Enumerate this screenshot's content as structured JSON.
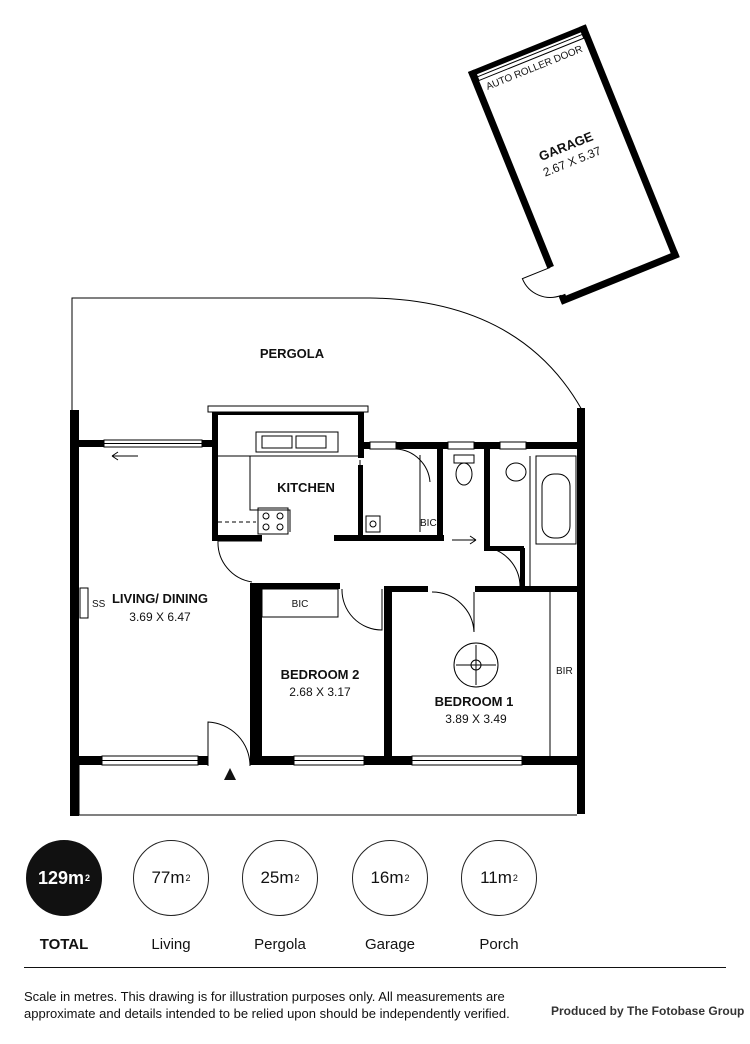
{
  "rooms": {
    "garage": {
      "name": "GARAGE",
      "dims": "2.67 X 5.37",
      "door_label": "AUTO ROLLER DOOR"
    },
    "pergola": {
      "name": "PERGOLA"
    },
    "kitchen": {
      "name": "KITCHEN"
    },
    "living": {
      "name": "LIVING/ DINING",
      "dims": "3.69 X 6.47",
      "ss": "SS"
    },
    "bedroom2": {
      "name": "BEDROOM 2",
      "dims": "2.68 X 3.17"
    },
    "bedroom1": {
      "name": "BEDROOM 1",
      "dims": "3.89 X 3.49"
    },
    "bic_laundry": "BIC",
    "bic_hall": "BIC",
    "bir": "BIR"
  },
  "areas": [
    {
      "value": "129m",
      "unit": "2",
      "label": "TOTAL",
      "highlight": true
    },
    {
      "value": "77m",
      "unit": "2",
      "label": "Living",
      "highlight": false
    },
    {
      "value": "25m",
      "unit": "2",
      "label": "Pergola",
      "highlight": false
    },
    {
      "value": "16m",
      "unit": "2",
      "label": "Garage",
      "highlight": false
    },
    {
      "value": "11m",
      "unit": "2",
      "label": "Porch",
      "highlight": false
    }
  ],
  "footer": {
    "disclaimer_line1": "Scale in metres. This drawing is for illustration purposes only. All measurements are",
    "disclaimer_line2": "approximate and details intended to be relied upon should be independently verified.",
    "credit": "Produced by The Fotobase Group"
  },
  "colors": {
    "ink": "#111111",
    "background": "#ffffff"
  }
}
